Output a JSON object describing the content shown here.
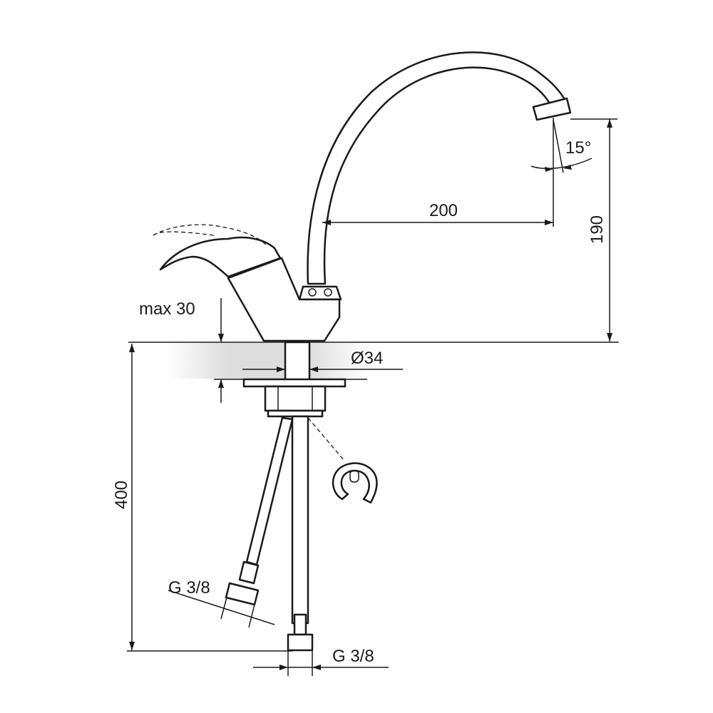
{
  "dimensions": {
    "spout_reach": "200",
    "spout_height": "190",
    "spout_angle": "15°",
    "max_thickness": "max 30",
    "hole_diameter": "Ø34",
    "hose_length": "400",
    "hose_thread_left": "G 3/8",
    "hose_thread_right": "G 3/8"
  }
}
